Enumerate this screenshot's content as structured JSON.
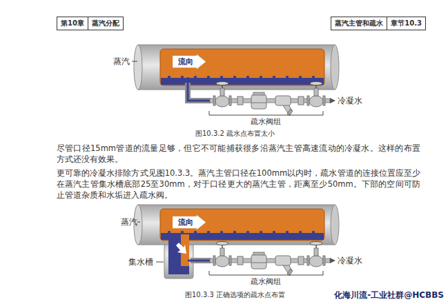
{
  "diagram": {
    "nodes": [
      {
        "text": [
          "第10章",
          "蒸汽分配"
        ]
      },
      {
        "text": [
          "蒸汽主管和疏水",
          "章节10.3"
        ]
      },
      {
        "text": [
          "流向"
        ]
      },
      {
        "text": [
          "流向"
        ]
      }
    ],
    "labels": [
      "蒸汽",
      "冷凝水",
      "疏水阀组",
      "图10.3.2 疏水点布置太小",
      "尽管口径15mm管道的流量足够，但它不可能捕获很多沿蒸汽主管高速流动的冷凝水。这样的布置方式还没有效果。",
      "更可靠的冷凝水排除方式见图10.3.3。蒸汽主管口径在100mm以内时，疏水管道的连接位置应至少在蒸汽主管集水槽底部25至30mm，对于口径更大的蒸汽主管，距离至少50mm。下部的空间可防止管道杂质和水垢进入疏水阀。",
      "蒸汽",
      "集水槽",
      "冷凝水",
      "疏水阀组",
      "图10.3.3 正确选项的疏水点布置",
      "化海川流-工业社群@HCBBS"
    ]
  }
}
